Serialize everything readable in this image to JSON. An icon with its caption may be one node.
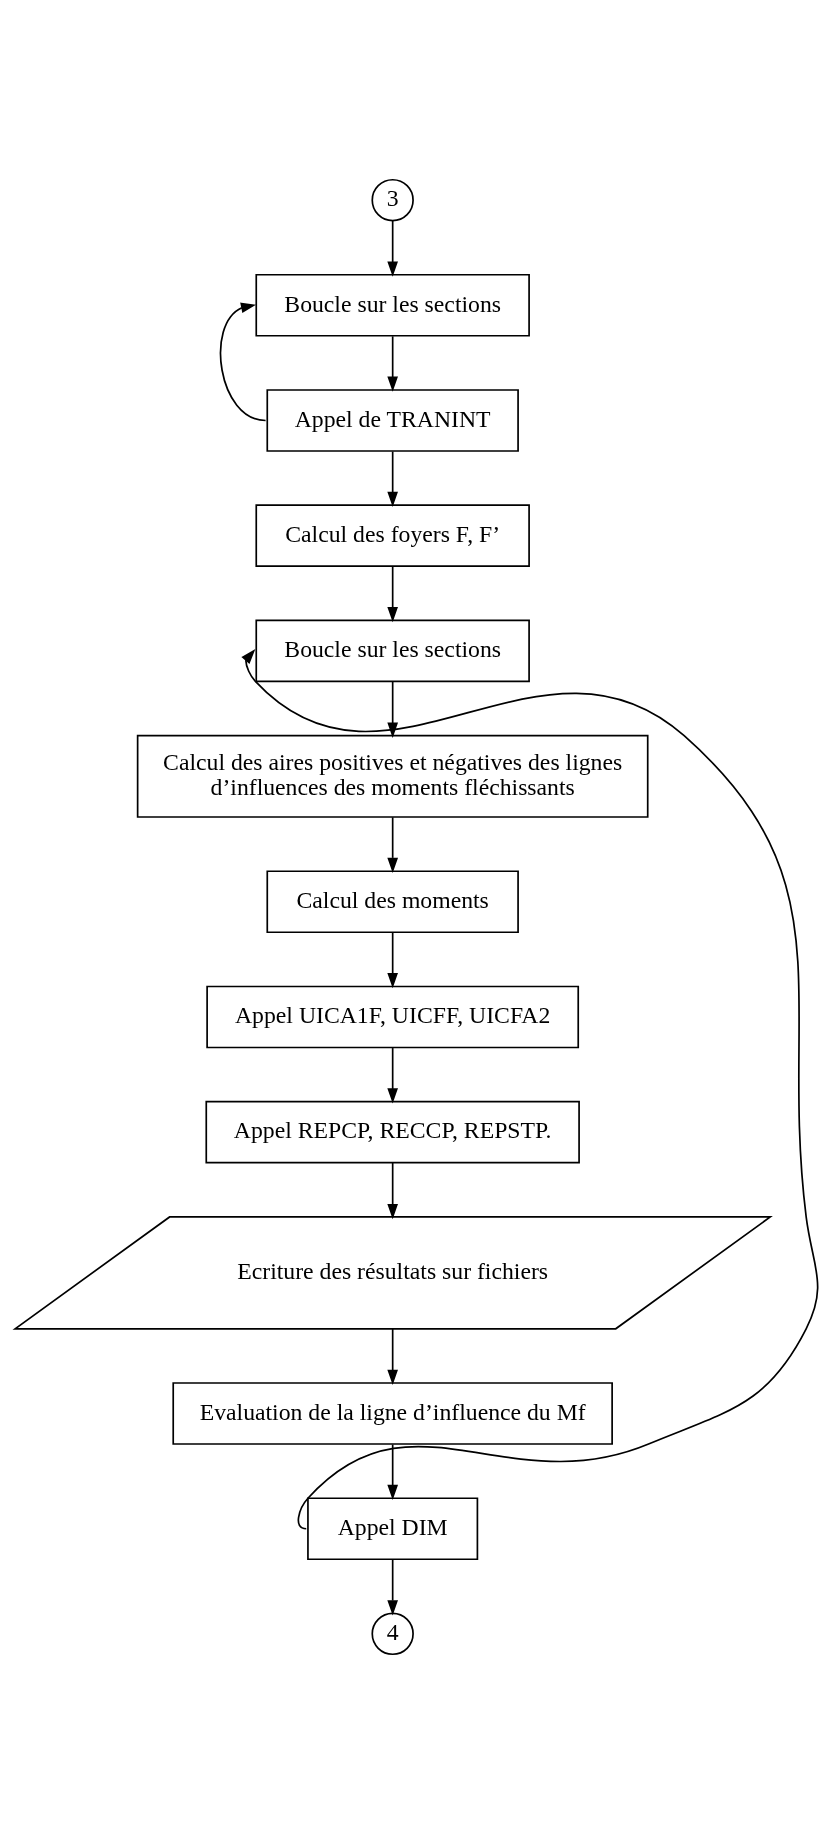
{
  "diagram": {
    "nodes": [
      {
        "text": [
          "3"
        ]
      },
      {
        "text": [
          "Boucle sur les sections"
        ]
      },
      {
        "text": [
          "Appel de TRANINT"
        ]
      },
      {
        "text": [
          "Calcul des foyers F, F’"
        ]
      },
      {
        "text": [
          "Boucle sur les sections"
        ]
      },
      {
        "text": [
          "Calcul des aires positives et négatives des lignes d’influences des moments fléchissants"
        ]
      },
      {
        "text": [
          "Calcul des moments"
        ]
      },
      {
        "text": [
          "Appel UICA1F, UICFF, UICFA2"
        ]
      },
      {
        "text": [
          "Appel REPCP, RECCP, REPSTP."
        ]
      },
      {
        "text": [
          "Ecriture des résultats sur fichiers"
        ]
      },
      {
        "text": [
          "Evaluation de la ligne d’influence du Mf"
        ]
      },
      {
        "text": [
          "Appel DIM"
        ]
      },
      {
        "text": [
          "4"
        ]
      }
    ],
    "edges": [
      {
        "from": 0,
        "to": 1,
        "arrow": "to"
      },
      {
        "from": 1,
        "to": 2,
        "arrow": "to"
      },
      {
        "from": 2,
        "to": 1,
        "arrow": "to"
      },
      {
        "from": 2,
        "to": 3,
        "arrow": "to"
      },
      {
        "from": 3,
        "to": 4,
        "arrow": "to"
      },
      {
        "from": 4,
        "to": 5,
        "arrow": "to"
      },
      {
        "from": 5,
        "to": 6,
        "arrow": "to"
      },
      {
        "from": 6,
        "to": 7,
        "arrow": "to"
      },
      {
        "from": 7,
        "to": 8,
        "arrow": "to"
      },
      {
        "from": 8,
        "to": 9,
        "arrow": "to"
      },
      {
        "from": 9,
        "to": 10,
        "arrow": "to"
      },
      {
        "from": 10,
        "to": 11,
        "arrow": "to"
      },
      {
        "from": 11,
        "to": 4,
        "arrow": "to"
      },
      {
        "from": 11,
        "to": 12,
        "arrow": "to"
      }
    ]
  }
}
